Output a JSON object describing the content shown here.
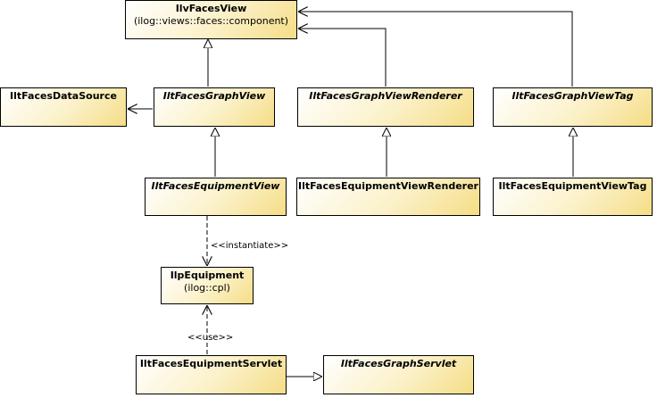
{
  "classes": {
    "ilv_faces_view": {
      "name": "IlvFacesView",
      "package": "(ilog::views::faces::component)"
    },
    "ilt_faces_data_source": {
      "name": "IltFacesDataSource"
    },
    "ilt_faces_graph_view": {
      "name": "IltFacesGraphView"
    },
    "ilt_faces_graph_view_renderer": {
      "name": "IltFacesGraphViewRenderer"
    },
    "ilt_faces_graph_view_tag": {
      "name": "IltFacesGraphViewTag"
    },
    "ilt_faces_equipment_view": {
      "name": "IltFacesEquipmentView"
    },
    "ilt_faces_equipment_view_renderer": {
      "name": "IltFacesEquipmentViewRenderer"
    },
    "ilt_faces_equipment_view_tag": {
      "name": "IltFacesEquipmentViewTag"
    },
    "ilp_equipment": {
      "name": "IlpEquipment",
      "package": "(ilog::cpl)"
    },
    "ilt_faces_equipment_servlet": {
      "name": "IltFacesEquipmentServlet"
    },
    "ilt_faces_graph_servlet": {
      "name": "IltFacesGraphServlet"
    }
  },
  "stereotypes": {
    "instantiate": "<<instantiate>>",
    "use": "<<use>>"
  }
}
